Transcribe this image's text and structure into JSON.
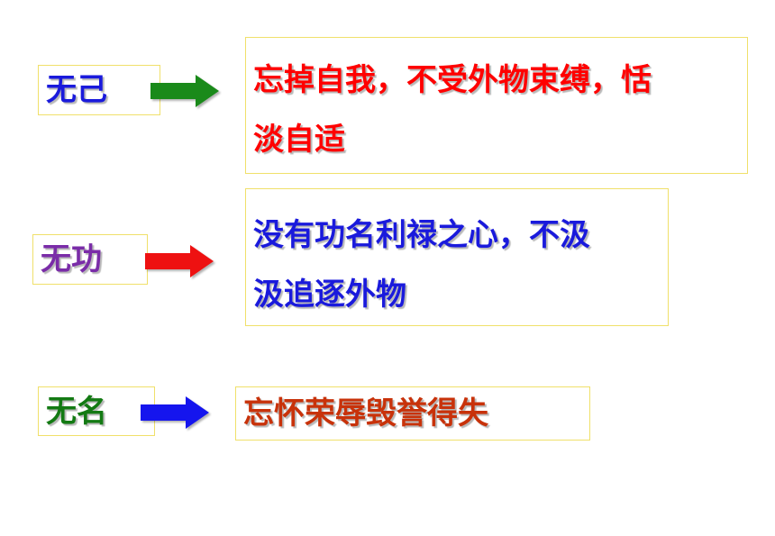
{
  "rows": [
    {
      "term": "无己",
      "term_color": "#1a1adc",
      "arrow_color": "#1a8a1a",
      "desc_line1": "忘掉自我，不受外物束缚，恬",
      "desc_line2": "淡自适",
      "desc_color": "#ff0000"
    },
    {
      "term": "无功",
      "term_color": "#7a2ca8",
      "arrow_color": "#ee1111",
      "desc_line1": "没有功名利禄之心，不汲",
      "desc_line2": "汲追逐外物",
      "desc_color": "#1a1adc"
    },
    {
      "term": "无名",
      "term_color": "#137a13",
      "arrow_color": "#1515ee",
      "desc_line1": "忘怀荣辱毁誉得失",
      "desc_color": "#c8320a"
    }
  ]
}
